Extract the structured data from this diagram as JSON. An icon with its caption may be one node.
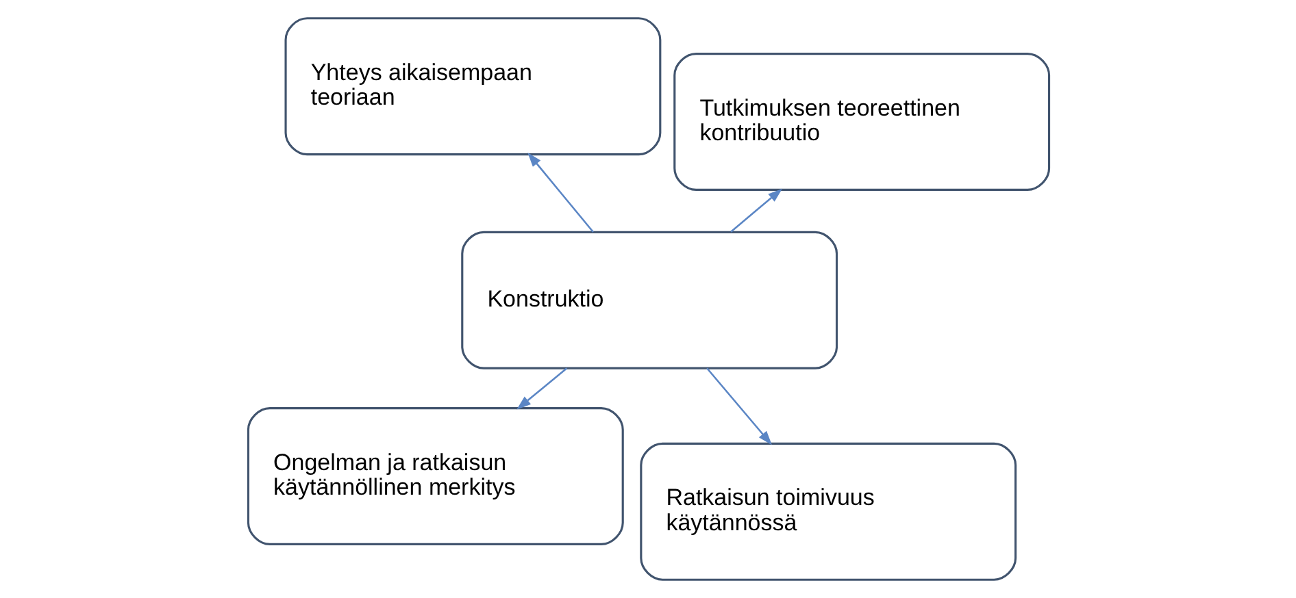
{
  "diagram": {
    "nodes": [
      {
        "text": [
          "Ongelman ja ratkaisun käytännöllinen merkitys"
        ]
      },
      {
        "text": [
          "Ratkaisun toimivuus käytännössä"
        ]
      },
      {
        "text": [
          "Konstruktio"
        ]
      },
      {
        "text": [
          "Yhteys aikaisempaan teoriaan"
        ]
      },
      {
        "text": [
          "Tutkimuksen teoreettinen kontribuutio"
        ]
      }
    ],
    "edges": [
      {
        "from": 2,
        "to": 0,
        "arrow": "to"
      },
      {
        "from": 2,
        "to": 1,
        "arrow": "to"
      },
      {
        "from": 2,
        "to": 3,
        "arrow": "to"
      },
      {
        "from": 2,
        "to": 4,
        "arrow": "to"
      }
    ]
  }
}
